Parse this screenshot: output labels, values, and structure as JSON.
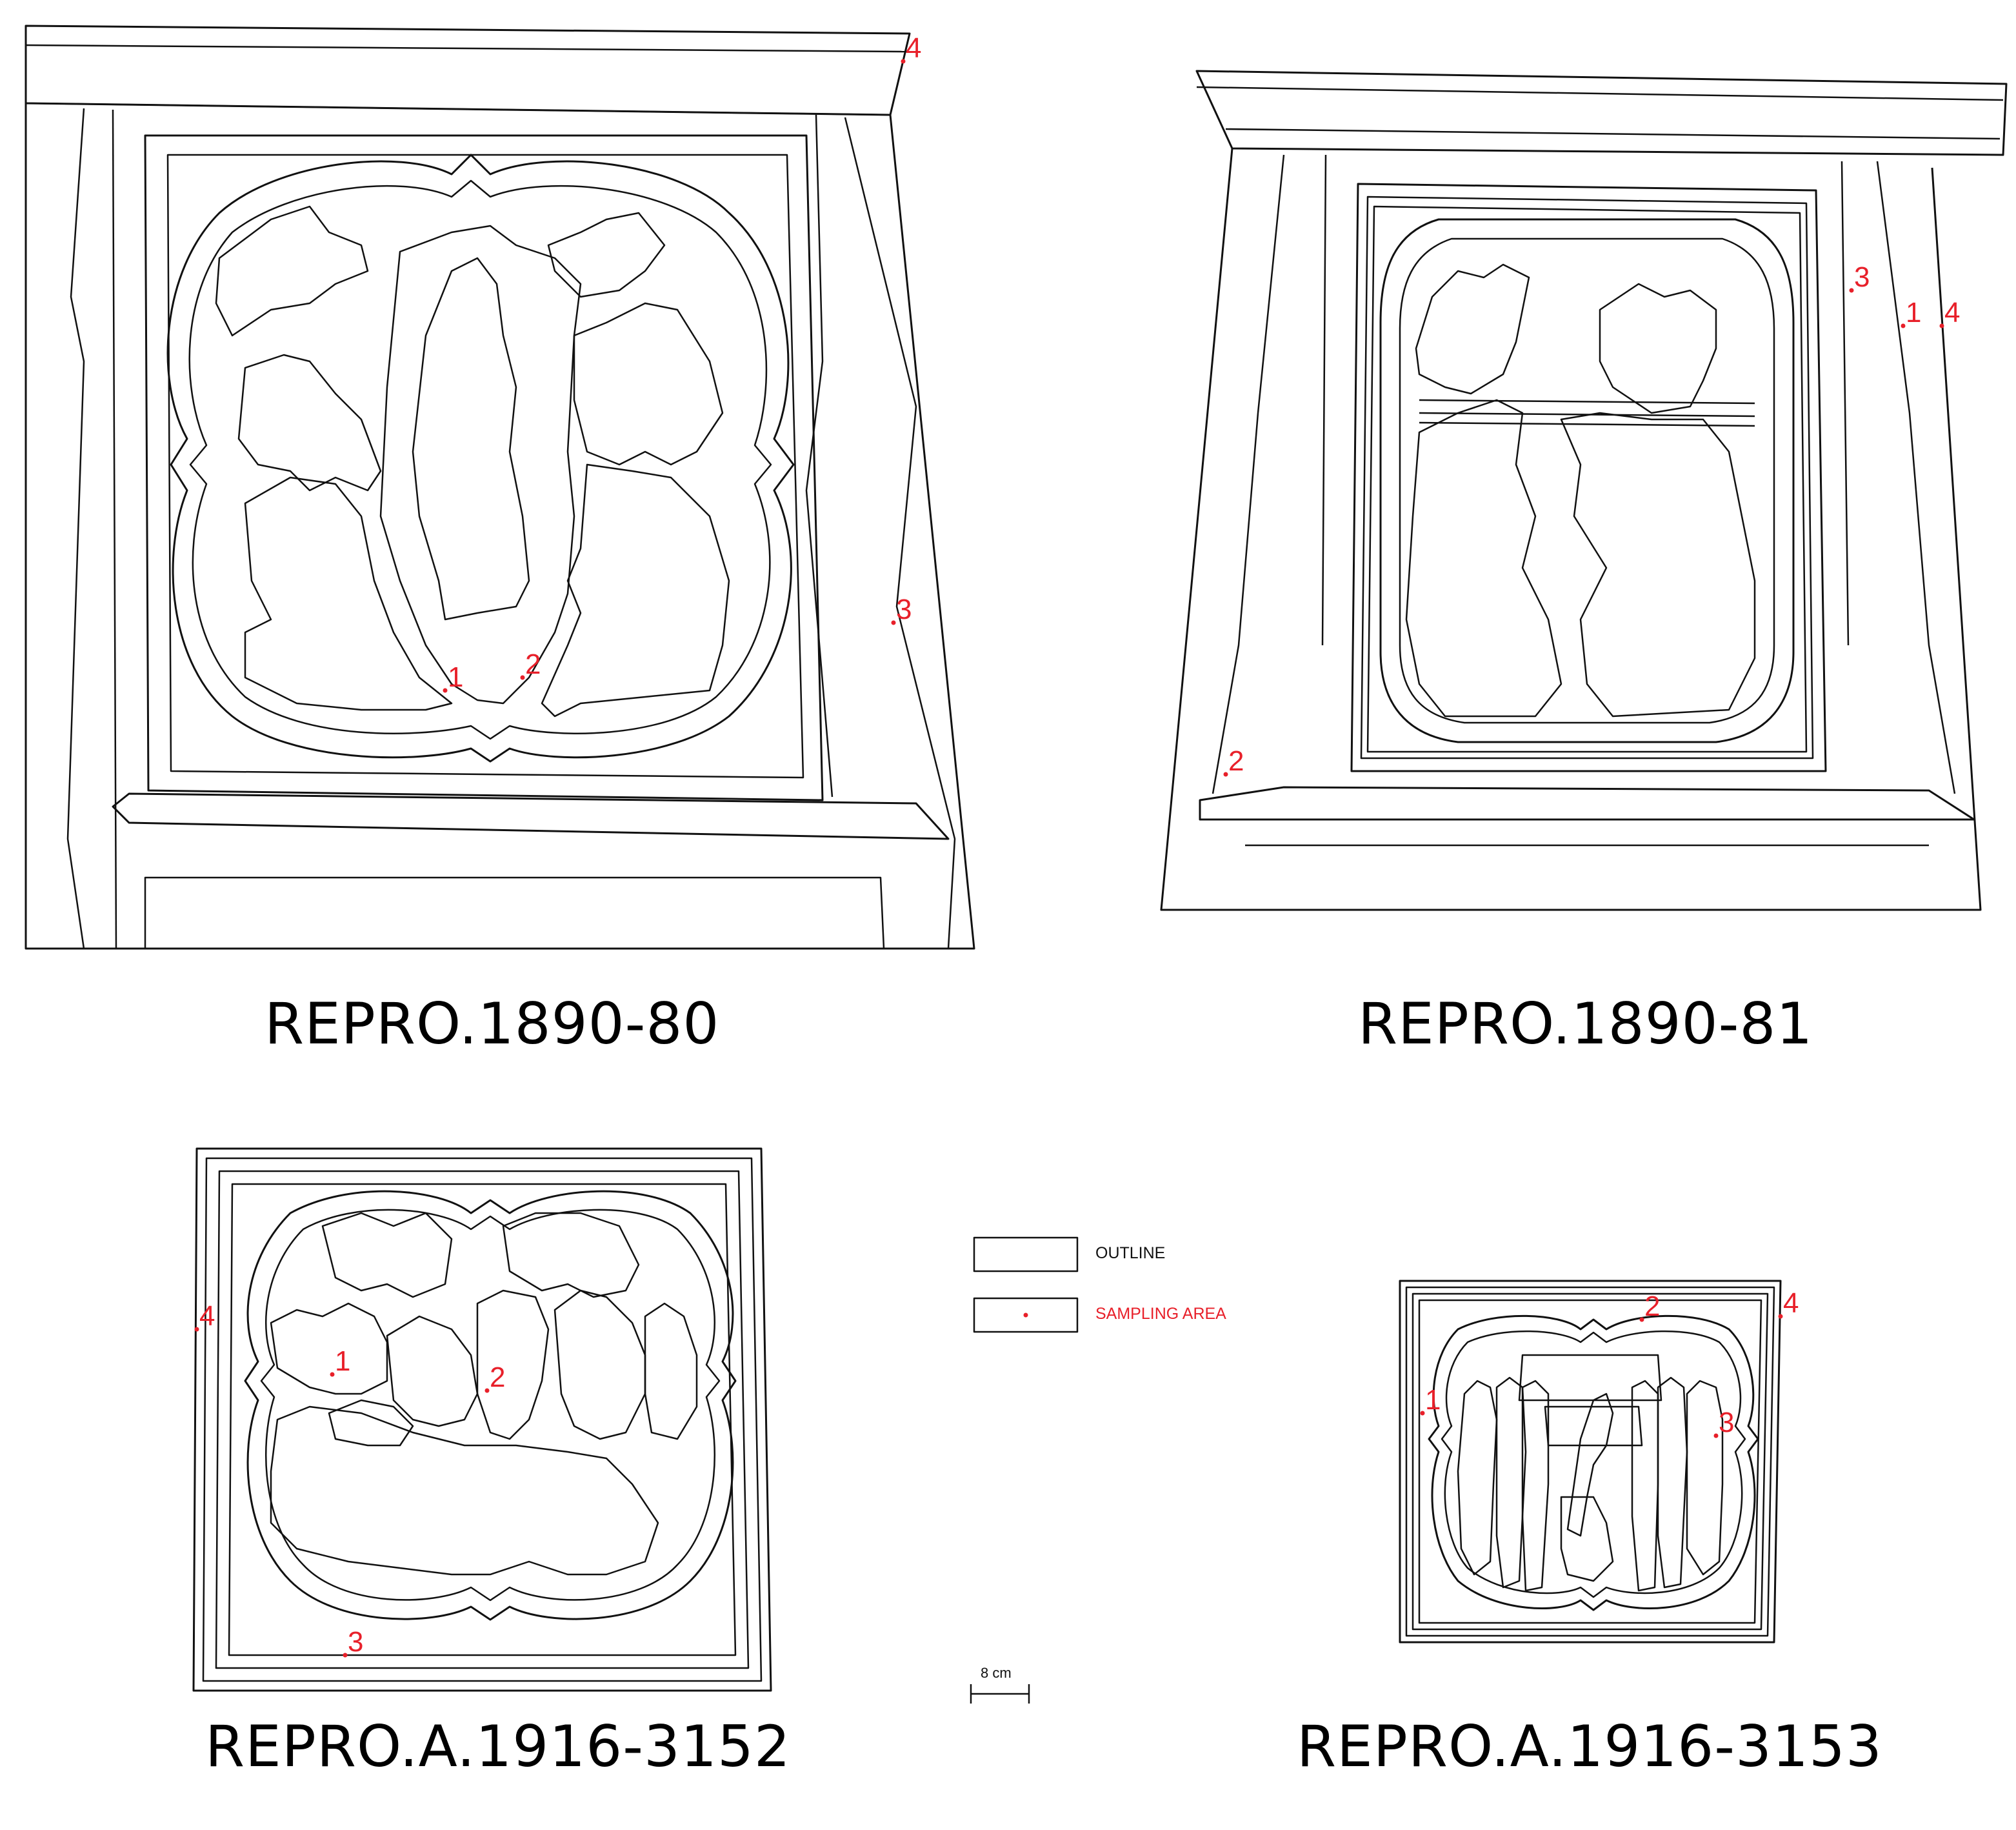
{
  "colors": {
    "outline": "#111111",
    "sampling": "#e8202a",
    "background": "#ffffff"
  },
  "legend": {
    "outline_label": "OUTLINE",
    "sampling_label": "SAMPLING AREA"
  },
  "scale_bar": {
    "label": "8 cm"
  },
  "panels": [
    {
      "id": "REPRO.1890-80",
      "caption": "REPRO.1890-80",
      "markers": [
        {
          "label": "1"
        },
        {
          "label": "2"
        },
        {
          "label": "3"
        },
        {
          "label": "4"
        }
      ]
    },
    {
      "id": "REPRO.1890-81",
      "caption": "REPRO.1890-81",
      "markers": [
        {
          "label": "1"
        },
        {
          "label": "2"
        },
        {
          "label": "3"
        },
        {
          "label": "4"
        }
      ]
    },
    {
      "id": "REPRO.A.1916-3152",
      "caption": "REPRO.A.1916-3152",
      "markers": [
        {
          "label": "1"
        },
        {
          "label": "2"
        },
        {
          "label": "3"
        },
        {
          "label": "4"
        }
      ]
    },
    {
      "id": "REPRO.A.1916-3153",
      "caption": "REPRO.A.1916-3153",
      "markers": [
        {
          "label": "1"
        },
        {
          "label": "2"
        },
        {
          "label": "3"
        },
        {
          "label": "4"
        }
      ]
    }
  ]
}
